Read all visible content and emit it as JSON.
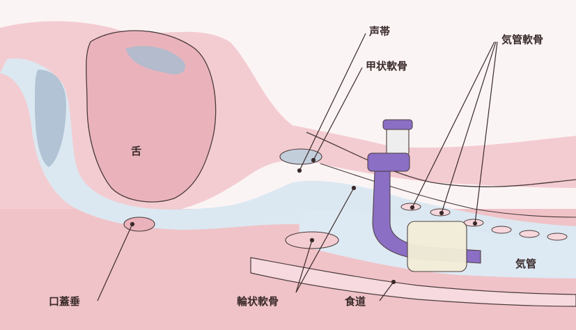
{
  "labels": {
    "vocal_cords": "声帯",
    "thyroid_cartilage": "甲状軟骨",
    "tracheal_cartilage": "気管軟骨",
    "tongue": "舌",
    "epiglottis": "口蓋垂",
    "cricoid_cartilage": "輪状軟骨",
    "esophagus": "食道",
    "trachea": "気管"
  },
  "colors": {
    "tissue": "#f0c3c8",
    "tissue_dark": "#e8aeb6",
    "airway": "#d9e8f1",
    "airway_shadow": "#a7bcd0",
    "tube_purple": "#8a6fc4",
    "tube_purple_dark": "#5e4a9a",
    "cuff": "#f3eed8",
    "outline": "#4a3a3a"
  }
}
